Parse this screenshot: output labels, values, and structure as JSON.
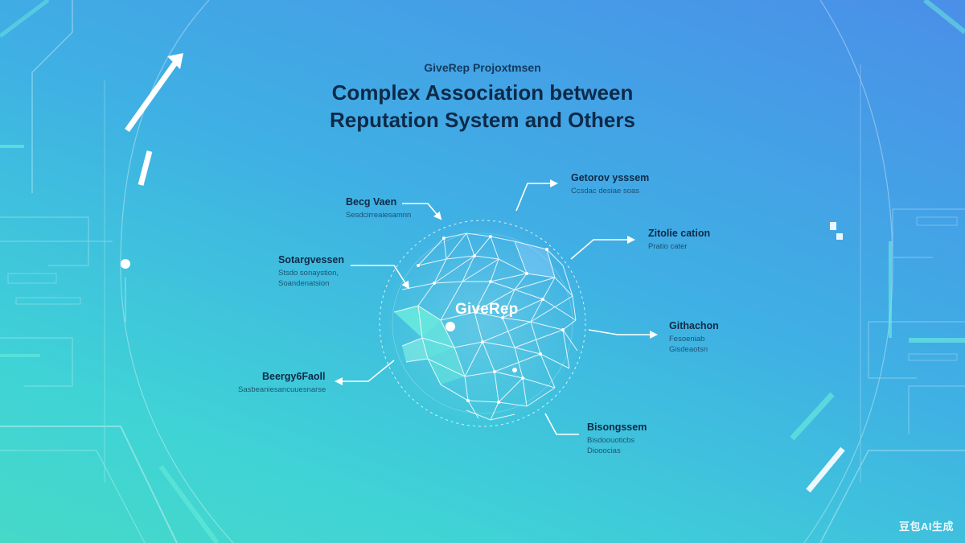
{
  "header": {
    "eyebrow": "GiveRep Projoxtmsen",
    "title_line1": "Complex Association between",
    "title_line2": "Reputation System and Others"
  },
  "diagram": {
    "center_label": "GiveRep",
    "nodes": [
      {
        "id": "top-left",
        "title": "Becg Vaen",
        "subtitle_lines": [
          "Sesdcirreaiesamnn"
        ]
      },
      {
        "id": "top-right",
        "title": "Getorov ysssem",
        "subtitle_lines": [
          "Ccsdac desiae soas"
        ]
      },
      {
        "id": "mid-left",
        "title": "Sotargvessen",
        "subtitle_lines": [
          "Stsdo sonaystion,",
          "Soandenatsion"
        ]
      },
      {
        "id": "right-upper",
        "title": "Zitolie cation",
        "subtitle_lines": [
          "Pratio cater"
        ]
      },
      {
        "id": "right-lower",
        "title": "Githachon",
        "subtitle_lines": [
          "Fesoeniab",
          "Gisdeaotsn"
        ]
      },
      {
        "id": "left-lower",
        "title": "Beergy6Faoll",
        "subtitle_lines": [
          "Sasbeaniesancuuesnarse"
        ]
      },
      {
        "id": "bottom-right",
        "title": "Bisongssem",
        "subtitle_lines": [
          "Bisdoouoticbs",
          "Diooocias"
        ]
      }
    ]
  },
  "watermark": "豆包AI生成",
  "colors": {
    "background_top": "#4a8fe8",
    "background_bottom": "#46d9c8",
    "title": "#0d2a48",
    "accent_shape": "#6ef0dc"
  },
  "icons": [
    "arrow-icon",
    "network-globe-icon",
    "node-dot-icon"
  ]
}
